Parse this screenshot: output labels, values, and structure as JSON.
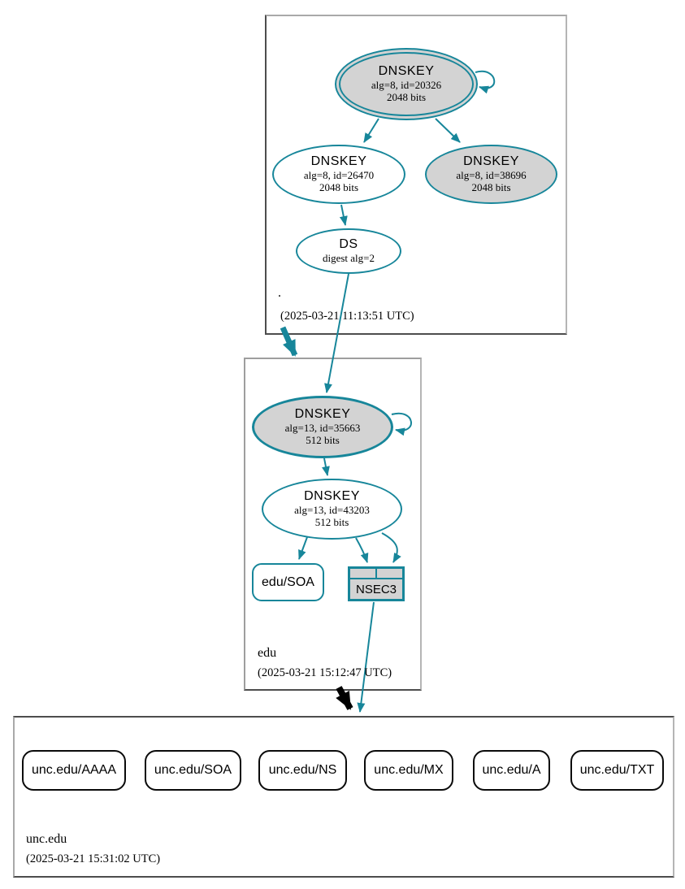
{
  "colors": {
    "secure_teal": "#17869a",
    "node_fill_gray": "#d3d3d3",
    "delegation_black": "#000000",
    "box_border_gray": "#9e9e9e"
  },
  "zones": {
    "root": {
      "label": ".",
      "timestamp": "(2025-03-21 11:13:51 UTC)",
      "ksk": {
        "title": "DNSKEY",
        "detail": "alg=8, id=20326",
        "bits": "2048 bits"
      },
      "zsk": {
        "title": "DNSKEY",
        "detail": "alg=8, id=26470",
        "bits": "2048 bits"
      },
      "key38696": {
        "title": "DNSKEY",
        "detail": "alg=8, id=38696",
        "bits": "2048 bits"
      },
      "ds": {
        "title": "DS",
        "detail": "digest alg=2"
      }
    },
    "edu": {
      "label": "edu",
      "timestamp": "(2025-03-21 15:12:47 UTC)",
      "ksk": {
        "title": "DNSKEY",
        "detail": "alg=13, id=35663",
        "bits": "512 bits"
      },
      "zsk": {
        "title": "DNSKEY",
        "detail": "alg=13, id=43203",
        "bits": "512 bits"
      },
      "soa": {
        "label": "edu/SOA"
      },
      "nsec3": {
        "label": "NSEC3"
      }
    },
    "unc_edu": {
      "label": "unc.edu",
      "timestamp": "(2025-03-21 15:31:02 UTC)",
      "rrsets": [
        {
          "label": "unc.edu/AAAA"
        },
        {
          "label": "unc.edu/SOA"
        },
        {
          "label": "unc.edu/NS"
        },
        {
          "label": "unc.edu/MX"
        },
        {
          "label": "unc.edu/A"
        },
        {
          "label": "unc.edu/TXT"
        }
      ]
    }
  }
}
